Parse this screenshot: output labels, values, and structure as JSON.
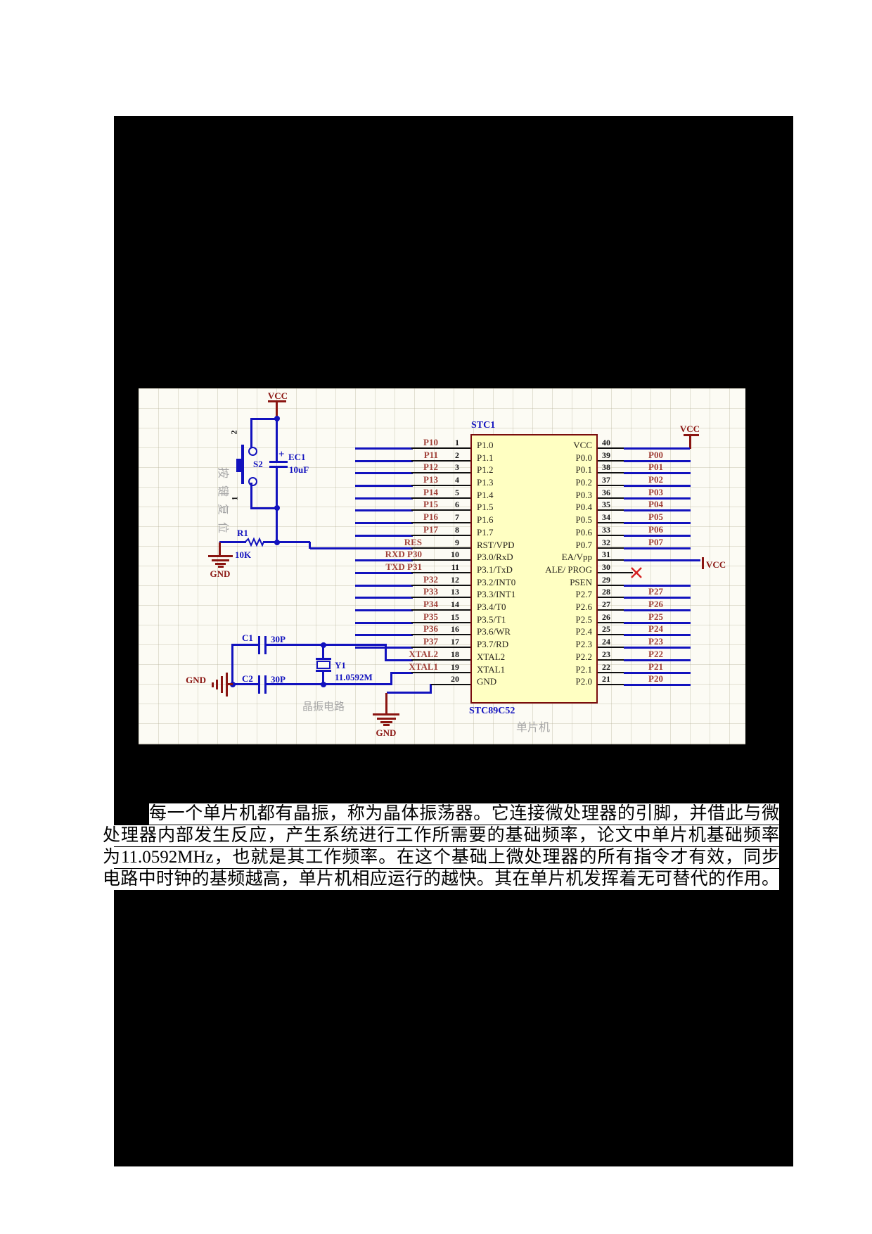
{
  "schematic": {
    "reset": {
      "vcc": "VCC",
      "switch": "S2",
      "switch_pin_top": "2",
      "switch_pin_bottom": "1",
      "cap": "EC1",
      "cap_value": "10uF",
      "plus": "+",
      "res": "R1",
      "res_value": "10K",
      "gnd": "GND",
      "annotation": "按键复位"
    },
    "crystal": {
      "c1": "C1",
      "c1_value": "30P",
      "c2": "C2",
      "c2_value": "30P",
      "y1": "Y1",
      "y1_value": "11.0592M",
      "gnd": "GND",
      "annotation": "晶振电路"
    },
    "mcu": {
      "designator": "STC1",
      "part": "STC89C52",
      "annotation": "单片机",
      "vcc_right": "VCC",
      "vcc_ea": "VCC",
      "gnd": "GND",
      "left_pins": [
        {
          "num": "1",
          "name": "P1.0",
          "net": "P10"
        },
        {
          "num": "2",
          "name": "P1.1",
          "net": "P11"
        },
        {
          "num": "3",
          "name": "P1.2",
          "net": "P12"
        },
        {
          "num": "4",
          "name": "P1.3",
          "net": "P13"
        },
        {
          "num": "5",
          "name": "P1.4",
          "net": "P14"
        },
        {
          "num": "6",
          "name": "P1.5",
          "net": "P15"
        },
        {
          "num": "7",
          "name": "P1.6",
          "net": "P16"
        },
        {
          "num": "8",
          "name": "P1.7",
          "net": "P17"
        },
        {
          "num": "9",
          "name": "RST/VPD",
          "net": "RES"
        },
        {
          "num": "10",
          "name": "P3.0/RxD",
          "net": "RXD P30"
        },
        {
          "num": "11",
          "name": "P3.1/TxD",
          "net": "TXD P31"
        },
        {
          "num": "12",
          "name": "P3.2/INT0",
          "net": "P32"
        },
        {
          "num": "13",
          "name": "P3.3/INT1",
          "net": "P33"
        },
        {
          "num": "14",
          "name": "P3.4/T0",
          "net": "P34"
        },
        {
          "num": "15",
          "name": "P3.5/T1",
          "net": "P35"
        },
        {
          "num": "16",
          "name": "P3.6/WR",
          "net": "P36"
        },
        {
          "num": "17",
          "name": "P3.7/RD",
          "net": "P37"
        },
        {
          "num": "18",
          "name": "XTAL2",
          "net": "XTAL2"
        },
        {
          "num": "19",
          "name": "XTAL1",
          "net": "XTAL1"
        },
        {
          "num": "20",
          "name": "GND",
          "net": ""
        }
      ],
      "right_pins": [
        {
          "num": "40",
          "name": "VCC",
          "net": ""
        },
        {
          "num": "39",
          "name": "P0.0",
          "net": "P00"
        },
        {
          "num": "38",
          "name": "P0.1",
          "net": "P01"
        },
        {
          "num": "37",
          "name": "P0.2",
          "net": "P02"
        },
        {
          "num": "36",
          "name": "P0.3",
          "net": "P03"
        },
        {
          "num": "35",
          "name": "P0.4",
          "net": "P04"
        },
        {
          "num": "34",
          "name": "P0.5",
          "net": "P05"
        },
        {
          "num": "33",
          "name": "P0.6",
          "net": "P06"
        },
        {
          "num": "32",
          "name": "P0.7",
          "net": "P07"
        },
        {
          "num": "31",
          "name": "EA/Vpp",
          "net": ""
        },
        {
          "num": "30",
          "name": "ALE/ PROG",
          "net": ""
        },
        {
          "num": "29",
          "name": "PSEN",
          "net": ""
        },
        {
          "num": "28",
          "name": "P2.7",
          "net": "P27"
        },
        {
          "num": "27",
          "name": "P2.6",
          "net": "P26"
        },
        {
          "num": "26",
          "name": "P2.5",
          "net": "P25"
        },
        {
          "num": "25",
          "name": "P2.4",
          "net": "P24"
        },
        {
          "num": "24",
          "name": "P2.3",
          "net": "P23"
        },
        {
          "num": "23",
          "name": "P2.2",
          "net": "P22"
        },
        {
          "num": "22",
          "name": "P2.1",
          "net": "P21"
        },
        {
          "num": "21",
          "name": "P2.0",
          "net": "P20"
        }
      ]
    }
  },
  "paragraph": {
    "lines": [
      "每一个单片机都有晶振，称为晶体振荡器。它连接微处理器的引脚，并借此与微",
      "处理器内部发生反应，产生系统进行工作所需要的基础频率，论文中单片机基础频率",
      "为11.0592MHz，也就是其工作频率。在这个基础上微处理器的所有指令才有效，同步",
      "电路中时钟的基频越高，单片机相应运行的越快。其在单片机发挥着无可替代的作用。"
    ]
  },
  "colors": {
    "wire_blue": "#1212BE",
    "net_label_red": "#A04038",
    "power_red": "#8A1511",
    "chip_fill": "#FFFFC2",
    "chip_border": "#7A0D0D",
    "no_connect_red": "#D42020",
    "annotation_gray": "#A6A6A6"
  }
}
